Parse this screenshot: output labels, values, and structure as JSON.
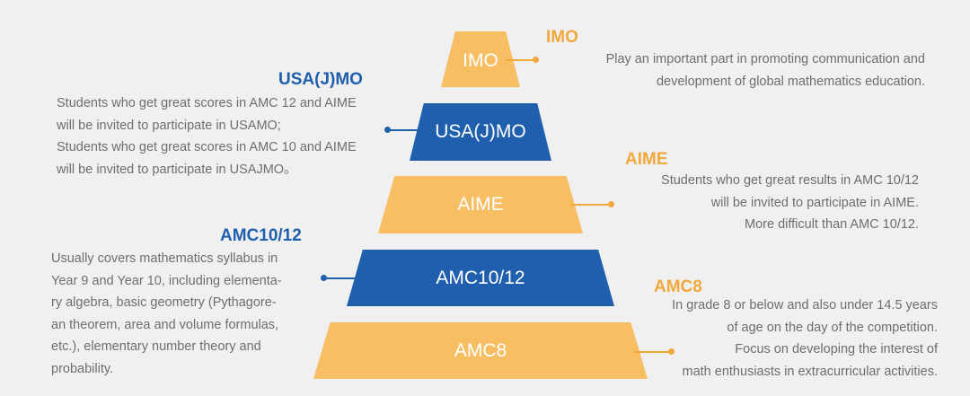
{
  "tiers": {
    "imo": {
      "label": "IMO",
      "title": "IMO",
      "lines": [
        "Play an important part in promoting communication and",
        "development of global mathematics education."
      ]
    },
    "usajmo": {
      "label": "USA(J)MO",
      "title": "USA(J)MO",
      "lines": [
        "Students  who get great scores in AMC 12 and AIME",
        "will be invited to participate in USAMO;",
        "Students  who get great scores in AMC 10 and AIME",
        "will be invited to participate in USAJMO。"
      ]
    },
    "aime": {
      "label": "AIME",
      "title": "AIME",
      "lines": [
        "Students who get great results in AMC 10/12",
        "will be invited to participate in AIME.",
        "More difficult than AMC 10/12."
      ]
    },
    "amc1012": {
      "label": "AMC10/12",
      "title": "AMC10/12",
      "lines": [
        "Usually covers mathematics syllabus in",
        "Year 9 and Year 10, including elementa-",
        "ry algebra, basic geometry (Pythagore-",
        "an theorem, area and volume formulas,",
        "etc.), elementary number theory and",
        "probability."
      ]
    },
    "amc8": {
      "label": "AMC8",
      "title": "AMC8",
      "lines": [
        "In grade 8 or  below and also under 14.5 years",
        "of age on the day of the competition.",
        "Focus on developing the interest of",
        "math enthusiasts in extracurricular activities."
      ]
    }
  },
  "colors": {
    "orange": "#f7be63",
    "orange_text": "#f2a83a",
    "blue": "#1f5fae",
    "gray_text": "#6e6e6e",
    "background": "#f0f0f0"
  }
}
